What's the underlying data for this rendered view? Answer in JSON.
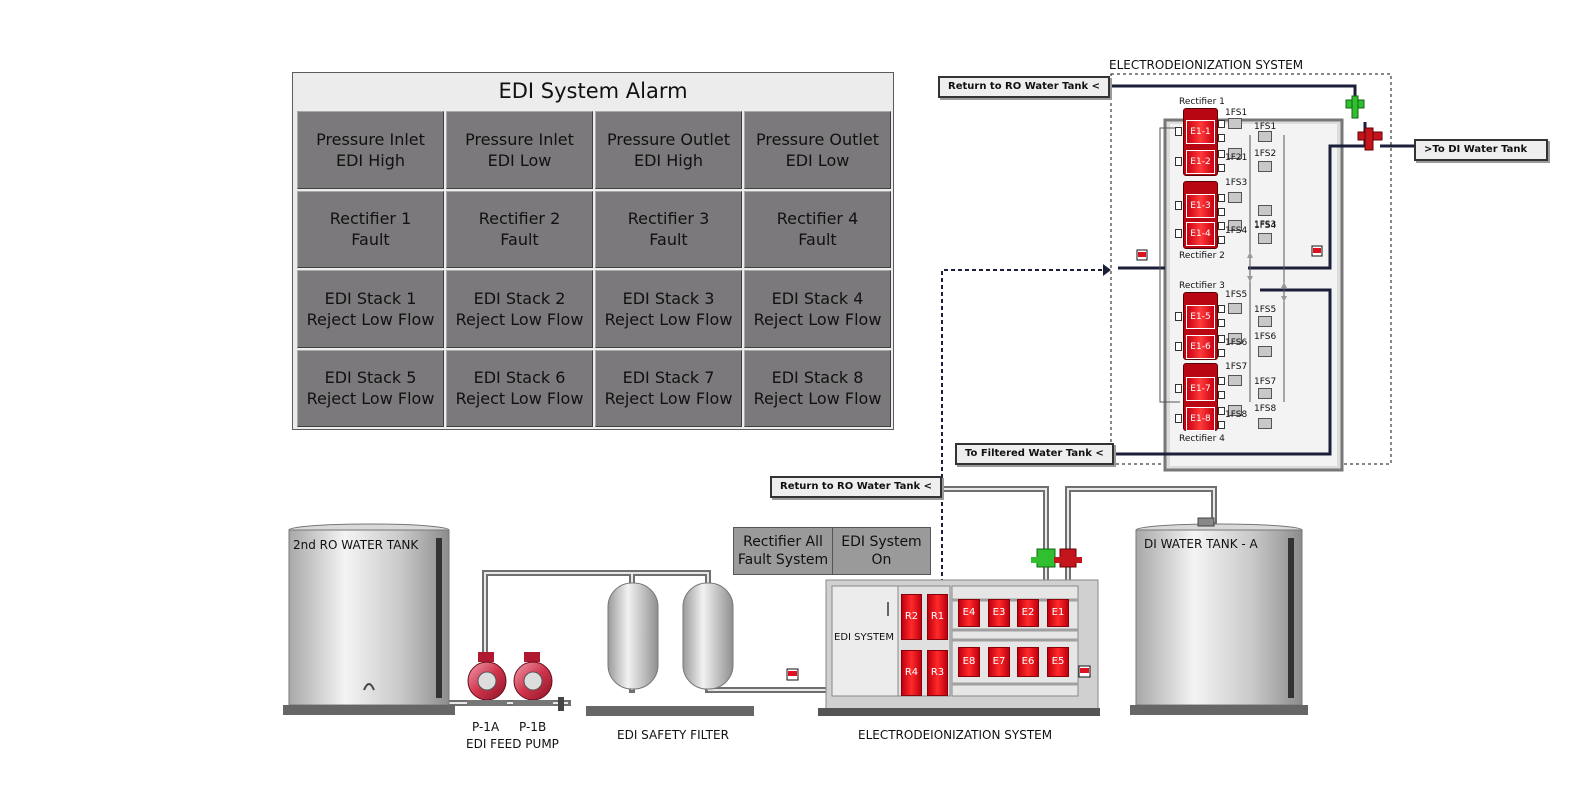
{
  "alarm": {
    "title": "EDI System Alarm",
    "cells": [
      [
        "Pressure Inlet",
        "EDI High"
      ],
      [
        "Pressure Inlet",
        "EDI Low"
      ],
      [
        "Pressure Outlet",
        "EDI High"
      ],
      [
        "Pressure Outlet",
        "EDI Low"
      ],
      [
        "Rectifier 1",
        "Fault"
      ],
      [
        "Rectifier 2",
        "Fault"
      ],
      [
        "Rectifier 3",
        "Fault"
      ],
      [
        "Rectifier 4",
        "Fault"
      ],
      [
        "EDI Stack 1",
        "Reject Low Flow"
      ],
      [
        "EDI Stack 2",
        "Reject Low Flow"
      ],
      [
        "EDI Stack 3",
        "Reject Low Flow"
      ],
      [
        "EDI Stack 4",
        "Reject Low Flow"
      ],
      [
        "EDI Stack 5",
        "Reject Low Flow"
      ],
      [
        "EDI Stack 6",
        "Reject Low Flow"
      ],
      [
        "EDI Stack 7",
        "Reject Low Flow"
      ],
      [
        "EDI Stack 8",
        "Reject Low Flow"
      ]
    ]
  },
  "detail": {
    "title": "ELECTRODEIONIZATION SYSTEM",
    "rectifiers": [
      "Rectifier 1",
      "Rectifier 2",
      "Rectifier 3",
      "Rectifier 4"
    ],
    "stacks": [
      "E1-1",
      "E1-2",
      "E1-3",
      "E1-4",
      "E1-5",
      "E1-6",
      "E1-7",
      "E1-8"
    ],
    "fs_left": [
      "1FS1",
      "1F21",
      "1FS3",
      "1FS4",
      "1FS5",
      "1FS6",
      "1FS7",
      "1FS8"
    ],
    "fs_right": [
      "1FS1",
      "1FS2",
      "1FS3",
      "1FS4",
      "1FS5",
      "1FS6",
      "1FS7",
      "1FS8"
    ]
  },
  "tags": {
    "return_ro_top": "Return to RO Water Tank <",
    "to_di": ">To DI Water Tank",
    "to_filtered": "To Filtered Water Tank <",
    "return_ro_bottom": "Return to RO Water Tank <"
  },
  "status": {
    "rectifier_all": [
      "Rectifier All",
      "Fault System"
    ],
    "edi_system": [
      "EDI System",
      "On"
    ]
  },
  "plant": {
    "ro_tank": "2nd RO WATER TANK",
    "di_tank": "DI WATER TANK - A",
    "pump_a": "P-1A",
    "pump_b": "P-1B",
    "pump_label": "EDI FEED PUMP",
    "filter_label": "EDI SAFETY FILTER",
    "edi_label": "ELECTRODEIONIZATION SYSTEM",
    "edi_cabinet": "EDI SYSTEM",
    "rect_modules": [
      "R2",
      "R1",
      "R4",
      "R3"
    ],
    "stack_modules_top": [
      "E4",
      "E3",
      "E2",
      "E1"
    ],
    "stack_modules_bottom": [
      "E8",
      "E7",
      "E6",
      "E5"
    ]
  },
  "colors": {
    "alarm_cell": "#7b797b",
    "stack_red": "#e8101a",
    "valve_green": "#2fbf2f",
    "valve_red": "#c4141c",
    "pipe": "#1c1f3a"
  }
}
